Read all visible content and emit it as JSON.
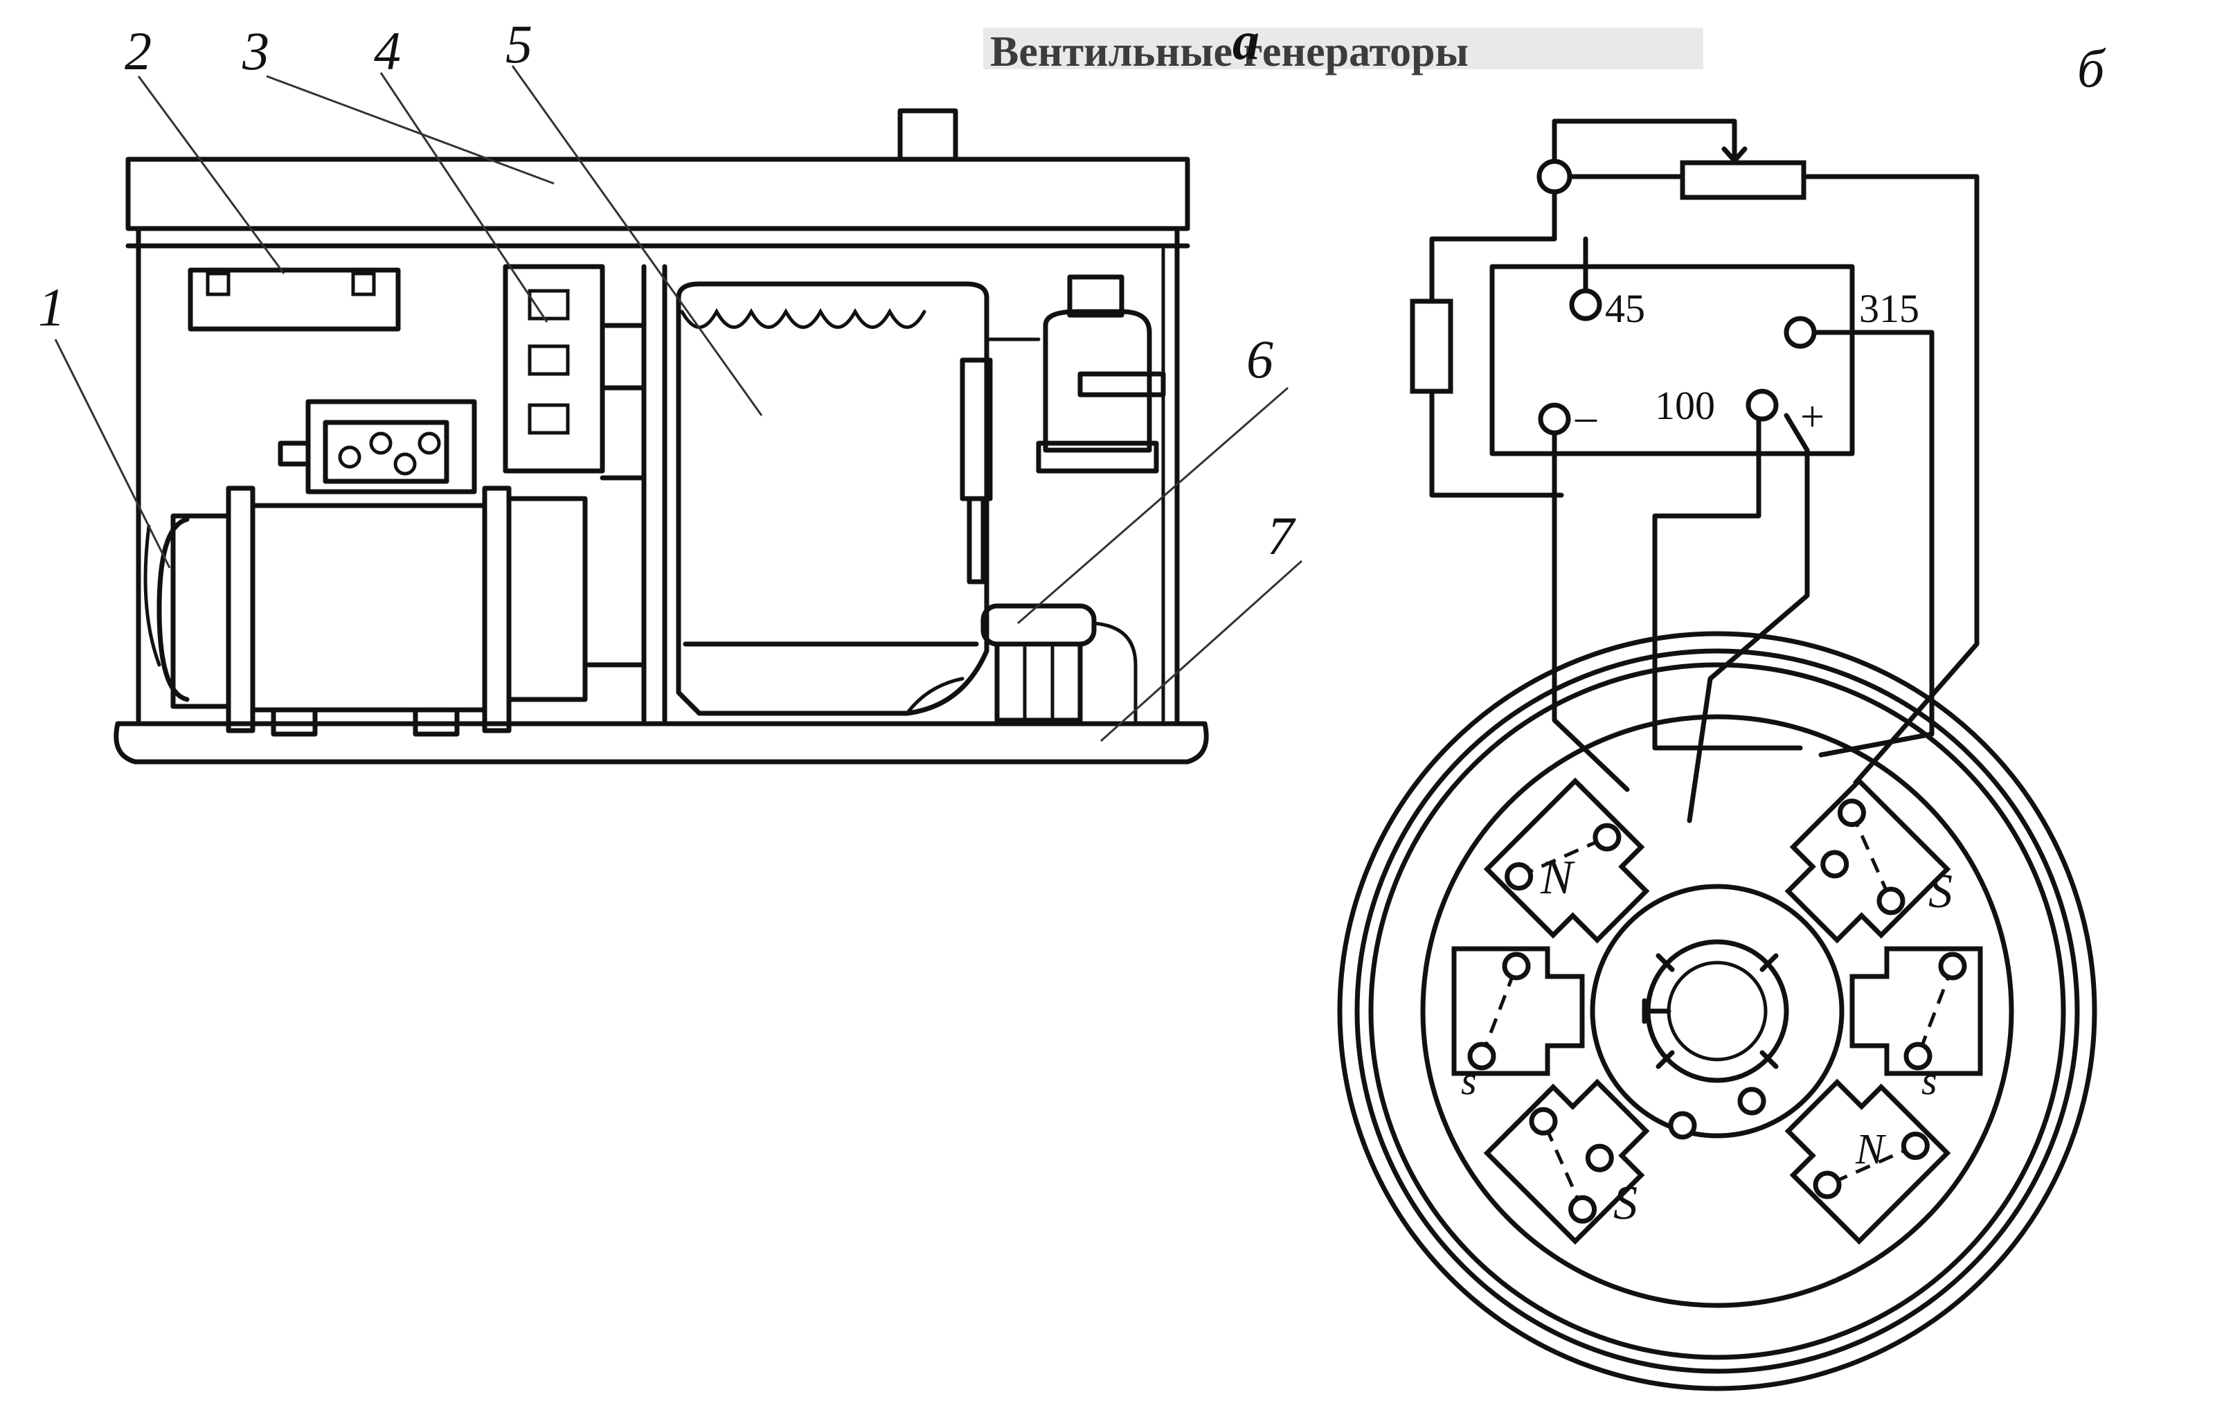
{
  "panel_labels": {
    "a": "a",
    "b": "б"
  },
  "callouts": [
    "1",
    "2",
    "3",
    "4",
    "5",
    "6",
    "7"
  ],
  "regulator_terminals": {
    "t45": "45",
    "t315": "315",
    "t100": "100",
    "minus": "–",
    "plus": "+"
  },
  "poles": [
    "N",
    "S",
    "s",
    "s",
    "S",
    "N"
  ],
  "ghost_heading": "Вентильные генераторы"
}
